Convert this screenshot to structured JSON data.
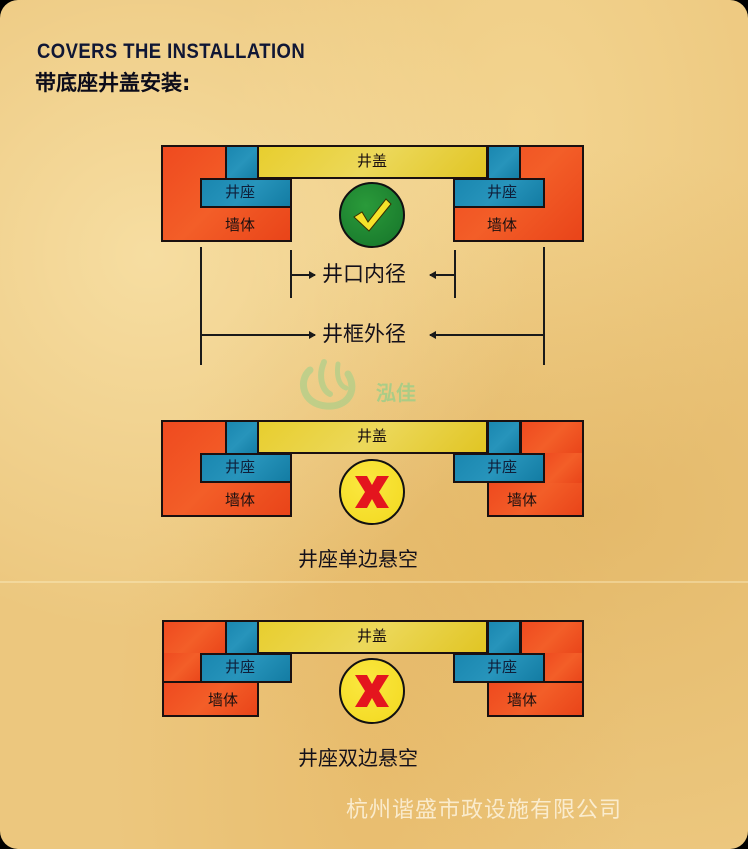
{
  "header": {
    "title_en": "COVERS THE INSTALLATION",
    "title_cn": "带底座井盖安装:"
  },
  "labels": {
    "cover": "井盖",
    "seat": "井座",
    "wall": "墙体"
  },
  "diagrams": [
    {
      "status": "correct",
      "status_icon": "check-icon",
      "caption": ""
    },
    {
      "status": "wrong",
      "status_icon": "x-icon",
      "caption": "井座单边悬空"
    },
    {
      "status": "wrong",
      "status_icon": "x-icon",
      "caption": "井座双边悬空"
    }
  ],
  "dimensions": {
    "inner": "井口内径",
    "outer": "井框外径"
  },
  "watermark": {
    "text": "泓佳"
  },
  "footer": {
    "company": "杭州谐盛市政设施有限公司"
  },
  "colors": {
    "wall": "#ef4a1f",
    "seat": "#1f8cb5",
    "cover": "#e8d13a",
    "ok": "#1e8a33",
    "bad_bg": "#f5dc26",
    "bad_mark": "#e4151e",
    "check_mark": "#f5e22a",
    "text_dark": "#101735",
    "background": "#ecc77e"
  }
}
